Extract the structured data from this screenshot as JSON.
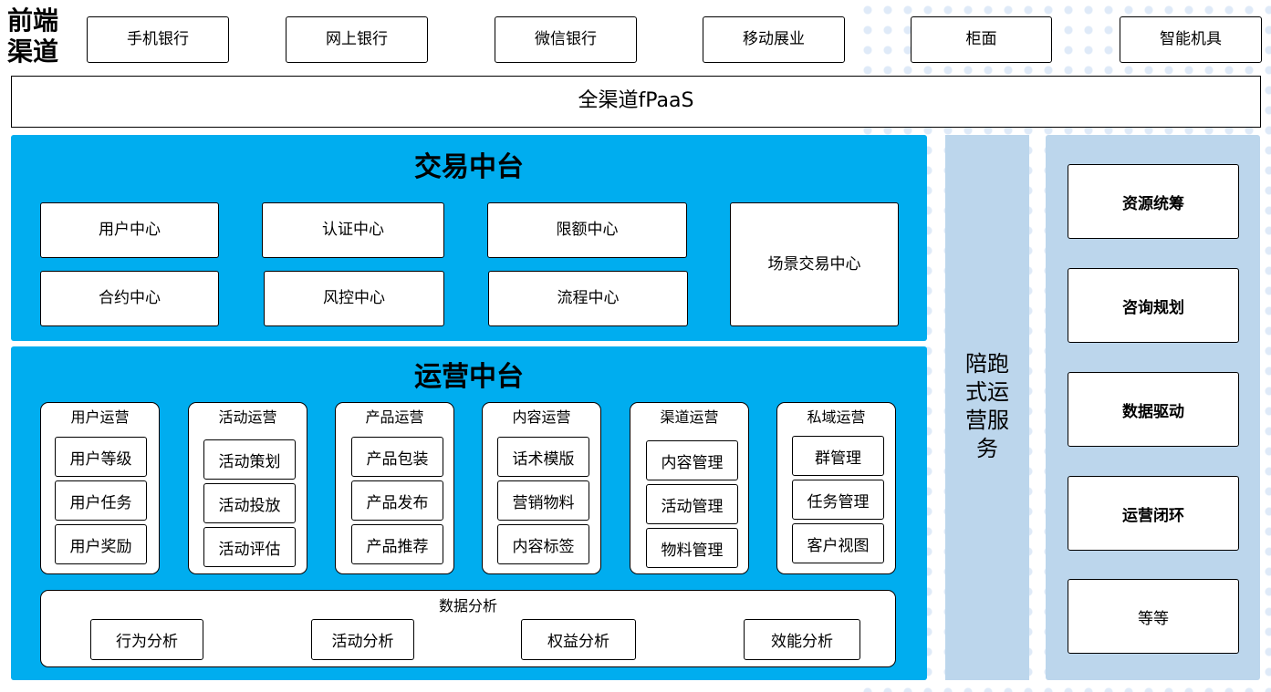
{
  "frontend": {
    "label_line1": "前端",
    "label_line2": "渠道",
    "channels": [
      "手机银行",
      "网上银行",
      "微信银行",
      "移动展业",
      "柜面",
      "智能机具"
    ]
  },
  "fpaas": {
    "label": "全渠道fPaaS"
  },
  "trading": {
    "title": "交易中台",
    "centers": [
      "用户中心",
      "认证中心",
      "限额中心",
      "合约中心",
      "风控中心",
      "流程中心"
    ],
    "scene_center": "场景交易中心"
  },
  "operations": {
    "title": "运营中台",
    "groups": [
      {
        "title": "用户运营",
        "items": [
          "用户等级",
          "用户任务",
          "用户奖励"
        ]
      },
      {
        "title": "活动运营",
        "items": [
          "活动策划",
          "活动投放",
          "活动评估"
        ]
      },
      {
        "title": "产品运营",
        "items": [
          "产品包装",
          "产品发布",
          "产品推荐"
        ]
      },
      {
        "title": "内容运营",
        "items": [
          "话术模版",
          "营销物料",
          "内容标签"
        ]
      },
      {
        "title": "渠道运营",
        "items": [
          "内容管理",
          "活动管理",
          "物料管理"
        ]
      },
      {
        "title": "私域运营",
        "items": [
          "群管理",
          "任务管理",
          "客户视图"
        ]
      }
    ],
    "analytics": {
      "title": "数据分析",
      "items": [
        "行为分析",
        "活动分析",
        "权益分析",
        "效能分析"
      ]
    }
  },
  "accompany": {
    "lines": [
      "陪跑",
      "式运",
      "营服",
      "务"
    ]
  },
  "right_panel": {
    "items": [
      "资源统筹",
      "咨询规划",
      "数据驱动",
      "运营闭环",
      "等等"
    ]
  },
  "colors": {
    "primary_blue": "#00adef",
    "pale_blue": "#bcd6ec",
    "dot_blue": "#dbe8f7"
  }
}
